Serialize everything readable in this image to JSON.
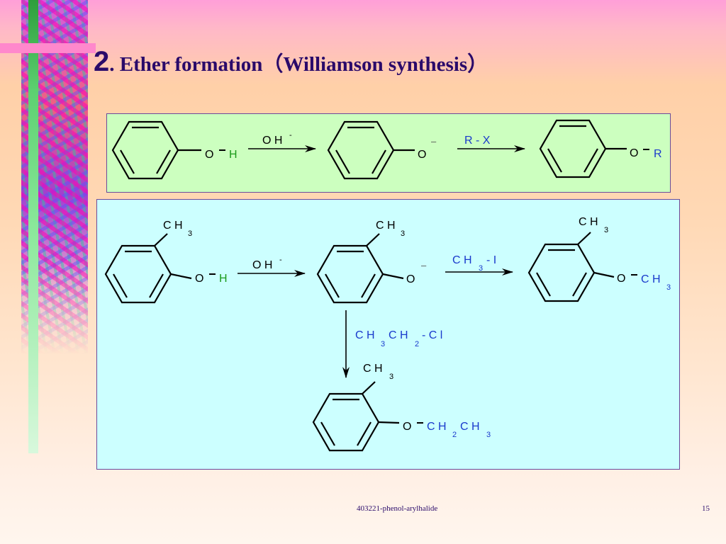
{
  "slide": {
    "title_number": "2",
    "title_text": ". Ether formation（Williamson synthesis）",
    "footer_text": "403221-phenol-arylhalide",
    "page_number": "15"
  },
  "panel1": {
    "phenol_O": "O",
    "phenol_H": "H",
    "reagent1": "O H",
    "reagent1_charge": "-",
    "phenoxide_O": "O",
    "phenoxide_charge": "–",
    "reagent2": "R - X",
    "ether_O": "O",
    "ether_R": "R"
  },
  "panel2": {
    "ch3_C": "C H",
    "ch3_sub": "3",
    "cresol_O": "O",
    "cresol_H": "H",
    "reagent_oh": "O H",
    "reagent_oh_charge": "-",
    "cresolate_O": "O",
    "cresolate_charge": "–",
    "reagent_mei_pre": "C H",
    "reagent_mei_sub": "3",
    "reagent_mei_post": "- I",
    "product_me_O": "O",
    "product_me_CH": "C H",
    "product_me_sub": "3",
    "reagent_etcl_a": "C H",
    "reagent_etcl_sub1": "3",
    "reagent_etcl_b": "C H",
    "reagent_etcl_sub2": "2",
    "reagent_etcl_c": "- C l",
    "product_et_O": "O",
    "product_et_a": "C H",
    "product_et_sub1": "2",
    "product_et_b": "C H",
    "product_et_sub2": "3"
  },
  "colors": {
    "title": "#2a0a6a",
    "panel1_bg": "#ccffbf",
    "panel2_bg": "#ccffff",
    "hydrogen_green": "#1a9a1a",
    "reagent_blue": "#1a3acc",
    "structure_black": "#000000"
  },
  "icons": [
    "reaction-arrow",
    "benzene-ring"
  ]
}
